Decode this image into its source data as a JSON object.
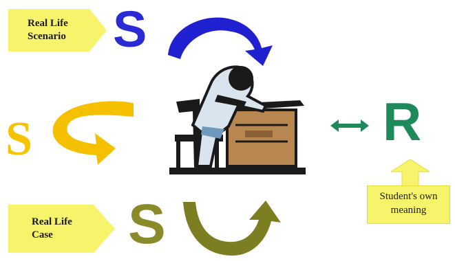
{
  "labels": {
    "top_tag": [
      "Real Life",
      "Scenario"
    ],
    "bottom_tag": [
      "Real Life",
      "Case"
    ],
    "callout": [
      "Student's own",
      "meaning"
    ]
  },
  "letters": {
    "s_top": "S",
    "s_left": "S",
    "s_bottom": "S",
    "r_right": "R"
  },
  "colors": {
    "s_top": "#2b2bd6",
    "s_left": "#f5c400",
    "s_bottom": "#8a8a2a",
    "r_right": "#1e8a5a",
    "arrow_top": "#2020d0",
    "arrow_left": "#f5c000",
    "arrow_bottom": "#7d7d22",
    "arrow_double": "#1e8a5a",
    "tag_fill": "#f7f36a",
    "callout_fill": "#f7f36a"
  },
  "icons": [
    "student-at-desk-illustration",
    "curved-arrow",
    "double-headed-arrow",
    "up-arrow"
  ]
}
